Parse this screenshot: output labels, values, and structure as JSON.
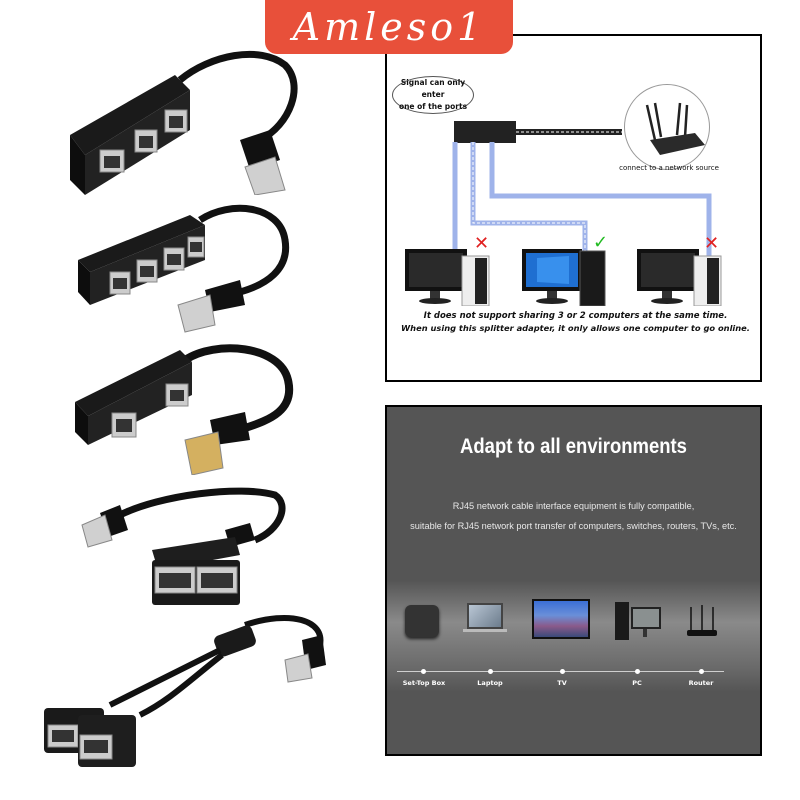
{
  "brand": {
    "name": "Amleso1",
    "color": "#e8503a"
  },
  "products": [
    {
      "id": "splitter-3-port",
      "ports": 3,
      "type": "inline box with male RJ45 plug"
    },
    {
      "id": "splitter-4-port",
      "ports": 4,
      "type": "inline box with male RJ45 plug"
    },
    {
      "id": "splitter-2-port-inline",
      "ports": 2,
      "type": "inline box with male RJ45 plug"
    },
    {
      "id": "splitter-2-port-square",
      "ports": 2,
      "type": "square dual female box with male RJ45 plug"
    },
    {
      "id": "splitter-y-cable",
      "ports": 2,
      "type": "Y cable with two female ends and male RJ45 plug"
    }
  ],
  "diagram": {
    "bubble_line1": "Signal can only enter",
    "bubble_line2": "one of the ports",
    "router_label": "connect to a network source",
    "computers": [
      {
        "position": "left",
        "status": "x",
        "status_color": "#e02020"
      },
      {
        "position": "center",
        "status": "check",
        "status_color": "#22bb22"
      },
      {
        "position": "right",
        "status": "x",
        "status_color": "#e02020"
      }
    ],
    "cable_color": "#9fb3ea",
    "caption_line1": "It does not support sharing 3 or 2 computers at the same time.",
    "caption_line2": "When using this splitter adapter, it only allows one computer to go online."
  },
  "environments": {
    "title": "Adapt to all environments",
    "desc_line1": "RJ45 network cable interface equipment is fully compatible,",
    "desc_line2": "suitable for RJ45 network port transfer of computers, switches, routers, TVs, etc.",
    "devices": [
      {
        "label": "Set-Top Box",
        "icon": "set-top-box-icon"
      },
      {
        "label": "Laptop",
        "icon": "laptop-icon"
      },
      {
        "label": "TV",
        "icon": "tv-icon"
      },
      {
        "label": "PC",
        "icon": "pc-icon"
      },
      {
        "label": "Router",
        "icon": "router-icon"
      }
    ]
  }
}
